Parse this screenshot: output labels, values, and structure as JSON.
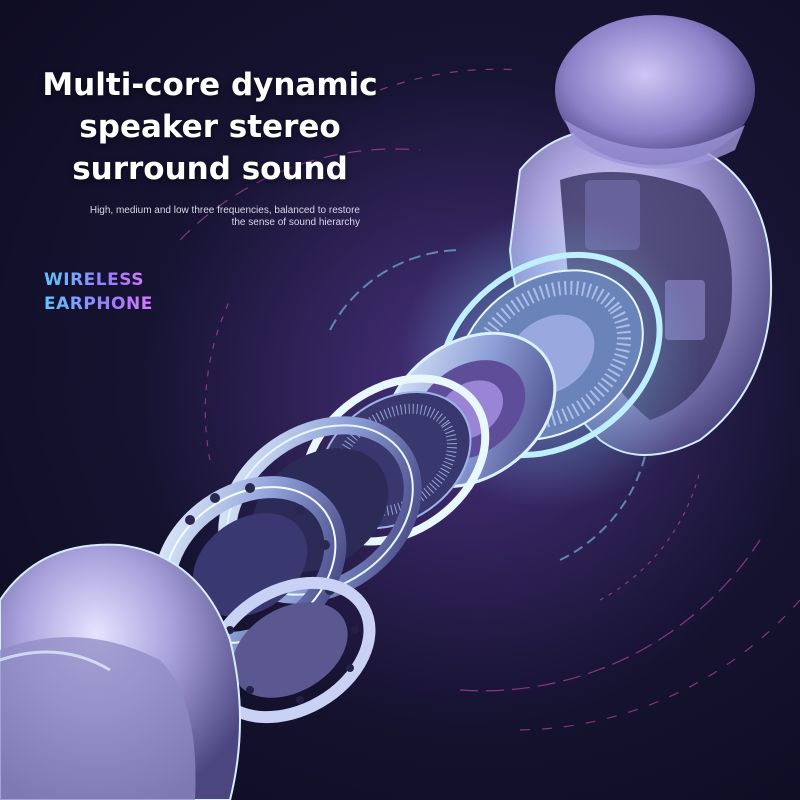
{
  "headline": {
    "line1": "Multi-core dynamic",
    "line2": "speaker stereo",
    "line3": "surround sound"
  },
  "subtext": {
    "line1": "High, medium and low three frequencies, balanced to restore",
    "line2": "the sense of sound hierarchy"
  },
  "badge": {
    "line1": "WIRELESS",
    "line2": "EARPHONE"
  },
  "colors": {
    "background": "#171433",
    "headline_text": "#ffffff",
    "badge_gradient_start": "#5ec7ff",
    "badge_gradient_end": "#d97bff",
    "glow_blue": "#7fd6ff",
    "glow_purple": "#b06bff",
    "shell_lavender": "#b9b4e6"
  },
  "image": {
    "subject": "exploded-view-earphone-illustration"
  }
}
